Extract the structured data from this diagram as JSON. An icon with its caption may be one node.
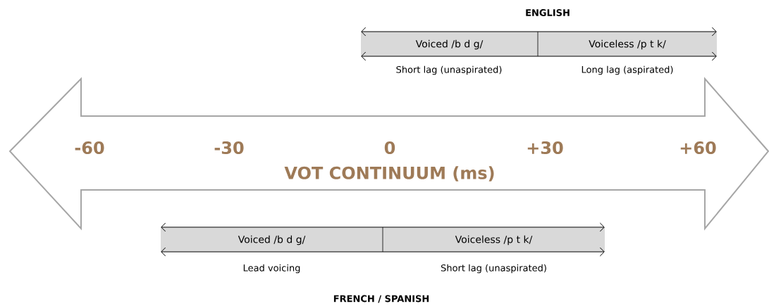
{
  "diagram": {
    "nodes": [
      {
        "text": [
          "-60",
          "-30",
          "0",
          "+30",
          "+60",
          "VOT CONTINUUM (ms)"
        ]
      },
      {
        "text": [
          "Voiced /b d g/"
        ]
      },
      {
        "text": [
          "Voiceless /p t k/"
        ]
      },
      {
        "text": [
          "Voiced /b d g/"
        ],
        "beside": [
          "Lead voicing"
        ]
      },
      {
        "text": [
          "Voiceless /p t k/"
        ],
        "beside": [
          "Short lag (unaspirated)"
        ]
      }
    ],
    "labels": [
      "ENGLISH",
      "Short lag (unaspirated)",
      "Long lag (aspirated)",
      "FRENCH / SPANISH"
    ]
  }
}
